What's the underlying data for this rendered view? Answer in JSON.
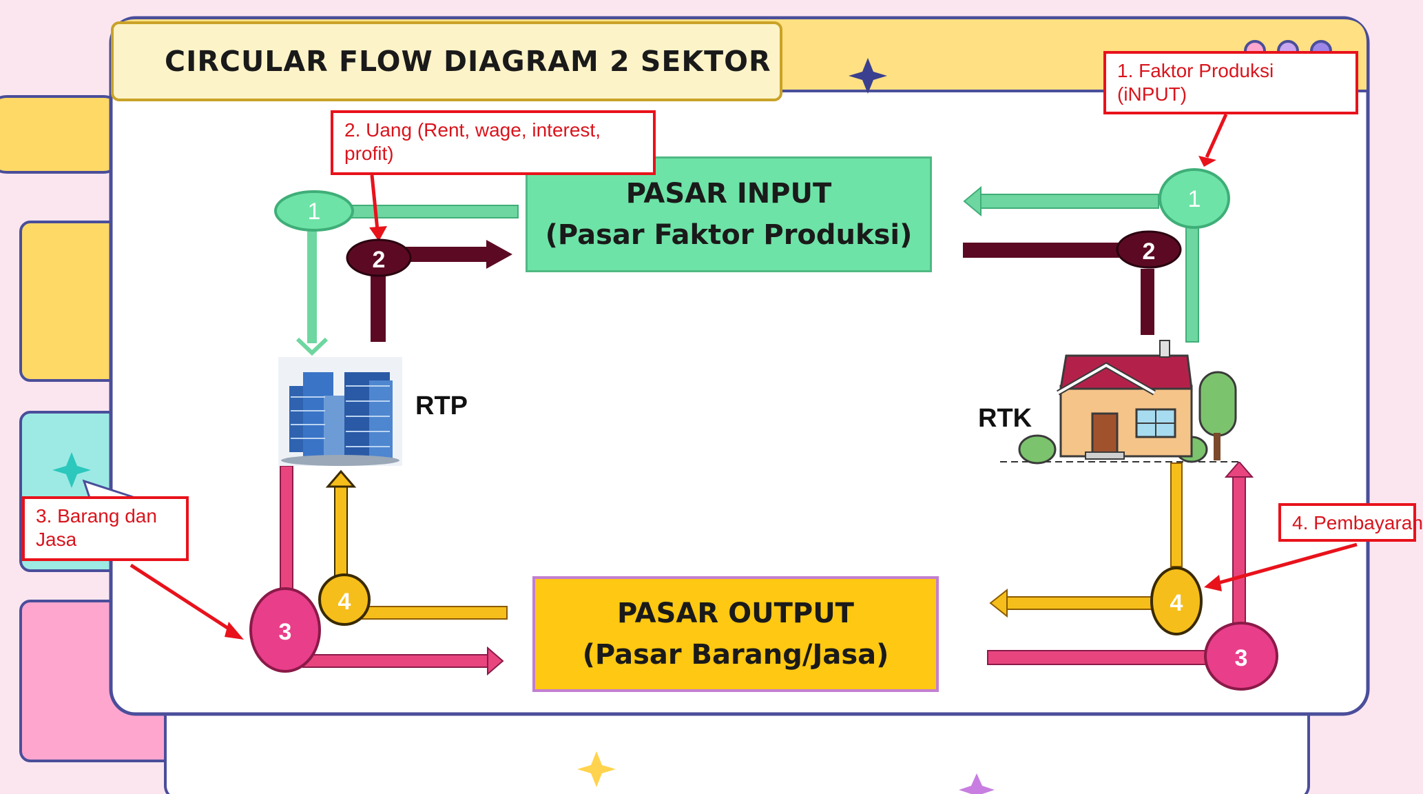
{
  "slide": {
    "title": "CIRCULAR FLOW DIAGRAM 2 SEKTOR"
  },
  "markets": {
    "input": {
      "line1": "PASAR INPUT",
      "line2": "(Pasar Faktor Produksi)"
    },
    "output": {
      "line1": "PASAR OUTPUT",
      "line2": "(Pasar Barang/Jasa)"
    }
  },
  "actors": {
    "firms": "RTP",
    "households": "RTK"
  },
  "callouts": {
    "c1": {
      "line1": "1. Faktor Produksi",
      "line2": "(iNPUT)"
    },
    "c2": {
      "line1": "2. Uang (Rent, wage, interest,",
      "line2": "profit)"
    },
    "c3": {
      "line1": "3. Barang dan",
      "line2": "Jasa"
    },
    "c4": {
      "line1": "4. Pembayaran"
    }
  },
  "nodes": {
    "n1": "1",
    "n2": "2",
    "n3": "3",
    "n4": "4"
  },
  "colors": {
    "background": "#fbe6f0",
    "green_flow": "#6ed6a0",
    "maroon_flow": "#5c0a23",
    "pink_flow": "#e8457f",
    "yellow_flow": "#f6be1a",
    "callout_red": "#e8121b"
  }
}
